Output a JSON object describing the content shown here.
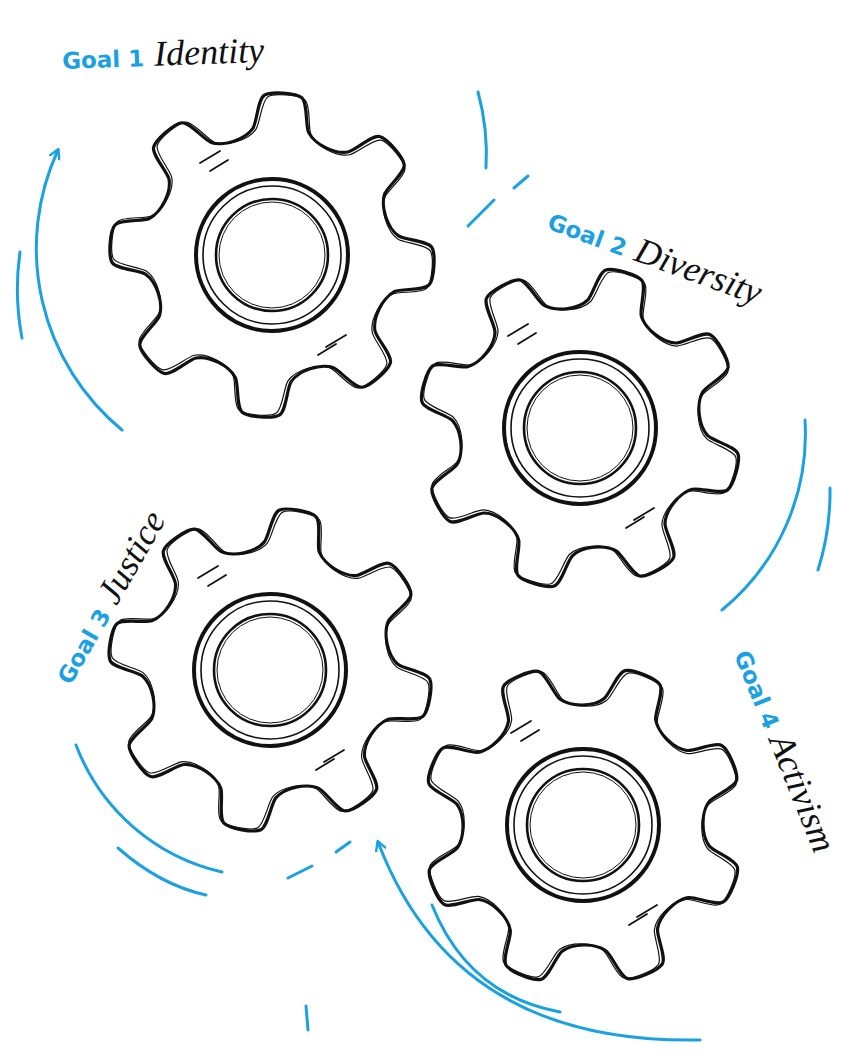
{
  "diagram": {
    "nodes": [
      {
        "text": [
          "Goal 1",
          "Identity"
        ]
      },
      {
        "text": [
          "Goal 2",
          "Diversity"
        ]
      },
      {
        "text": [
          "Goal 3",
          "Justice"
        ]
      },
      {
        "text": [
          "Goal 4",
          "Activism"
        ]
      }
    ]
  }
}
